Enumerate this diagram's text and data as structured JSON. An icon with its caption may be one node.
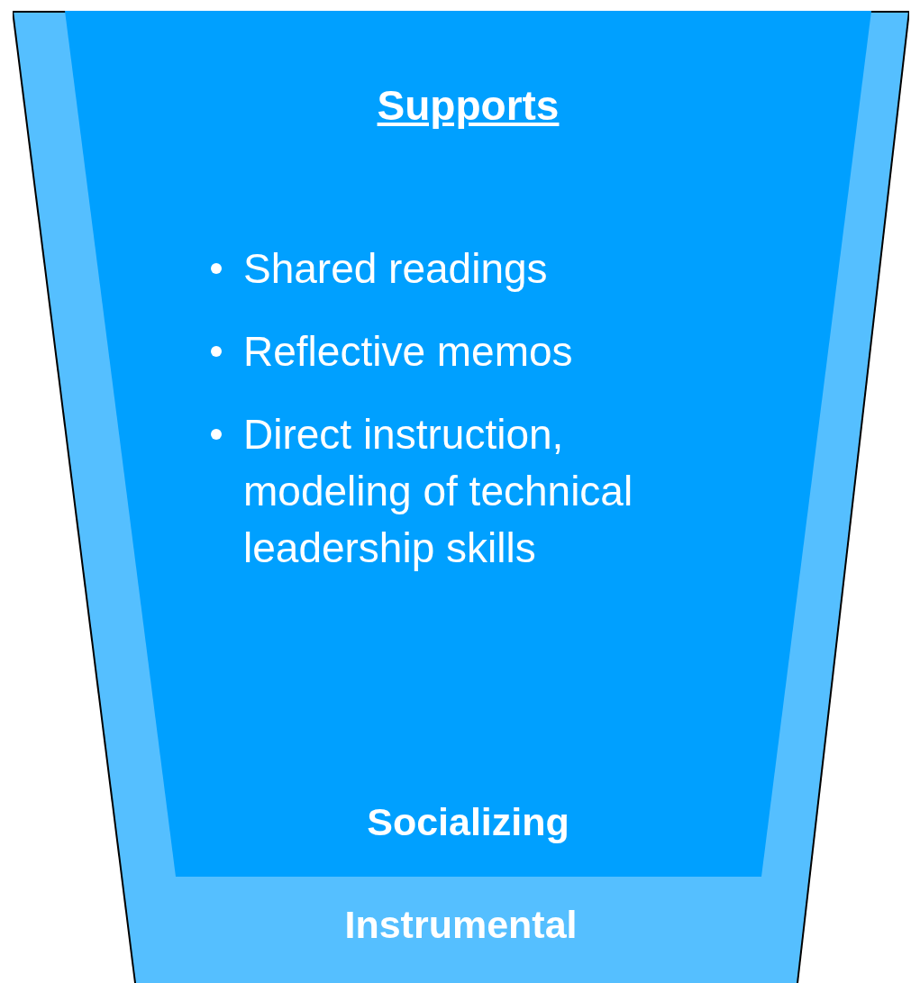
{
  "diagram": {
    "nodes": [
      {
        "text": [
          "Instrumental"
        ]
      },
      {
        "text": [
          "Supports",
          "Shared readings",
          "Reflective memos",
          "Direct instruction, modeling of technical leadership skills",
          "Socializing"
        ],
        "in": 0
      }
    ]
  }
}
